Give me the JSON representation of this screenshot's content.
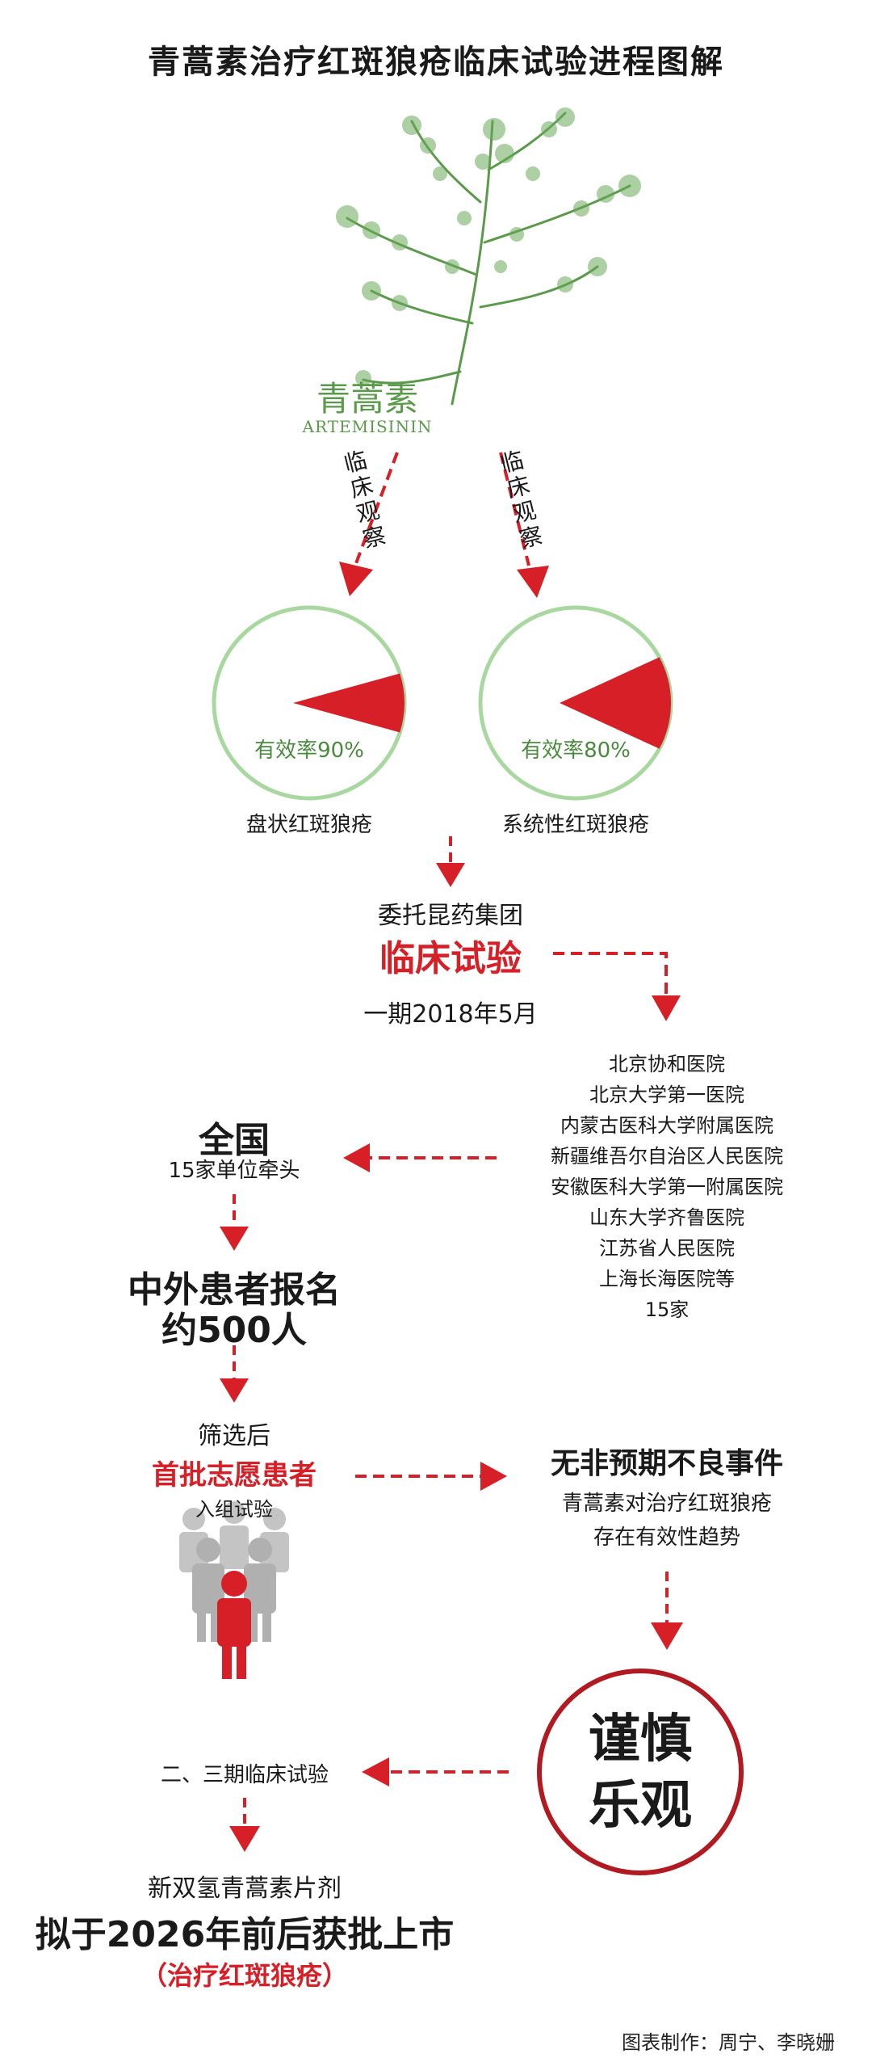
{
  "title": "青蒿素治疗红斑狼疮临床试验进程图解",
  "plant": {
    "name": "青蒿素",
    "latin": "ARTEMISININ"
  },
  "branches": [
    {
      "arrow_label": "临床观察",
      "rate_text": "有效率90%",
      "rate": 0.9,
      "disease": "盘状红斑狼疮"
    },
    {
      "arrow_label": "临床观察",
      "rate_text": "有效率80%",
      "rate": 0.8,
      "disease": "系统性红斑狼疮"
    }
  ],
  "trial": {
    "commission": "委托昆药集团",
    "name": "临床试验",
    "phase1": "一期2018年5月"
  },
  "hospitals": [
    "北京协和医院",
    "北京大学第一医院",
    "内蒙古医科大学附属医院",
    "新疆维吾尔自治区人民医院",
    "安徽医科大学第一附属医院",
    "山东大学齐鲁医院",
    "江苏省人民医院",
    "上海长海医院等",
    "15家"
  ],
  "nation": {
    "title": "全国",
    "sub": "15家单位牵头"
  },
  "patients": {
    "line1": "中外患者报名",
    "line2": "约500人"
  },
  "screening": {
    "pre": "筛选后",
    "highlight": "首批志愿患者",
    "post": "入组试验"
  },
  "result": {
    "line1": "无非预期不良事件",
    "line2": "青蒿素对治疗红斑狼疮",
    "line3": "存在有效性趋势"
  },
  "conclusion": {
    "line1": "谨慎",
    "line2": "乐观"
  },
  "next_phase": "二、三期临床试验",
  "product": {
    "name": "新双氢青蒿素片剂",
    "plan": "拟于2026年前后获批上市",
    "indication": "（治疗红斑狼疮）"
  },
  "credit": "图表制作：周宁、李晓姗",
  "colors": {
    "red": "#d61f26",
    "green": "#5a9a4a",
    "circle_green": "#a8d8a0",
    "people_gray": "#bdbdbd"
  }
}
